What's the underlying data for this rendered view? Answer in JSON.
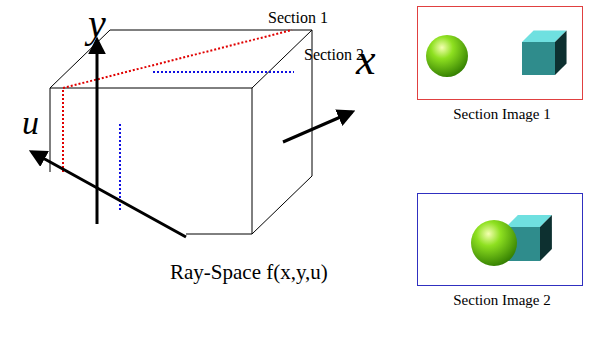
{
  "diagram": {
    "nodes": [
      {
        "text": [
          "Section Image 1"
        ]
      },
      {
        "text": [
          "Section Image 2"
        ]
      }
    ],
    "labels": [
      "y",
      "x",
      "u",
      "Section 1",
      "Section 2",
      "Ray-Space f(x,y,u)"
    ]
  }
}
